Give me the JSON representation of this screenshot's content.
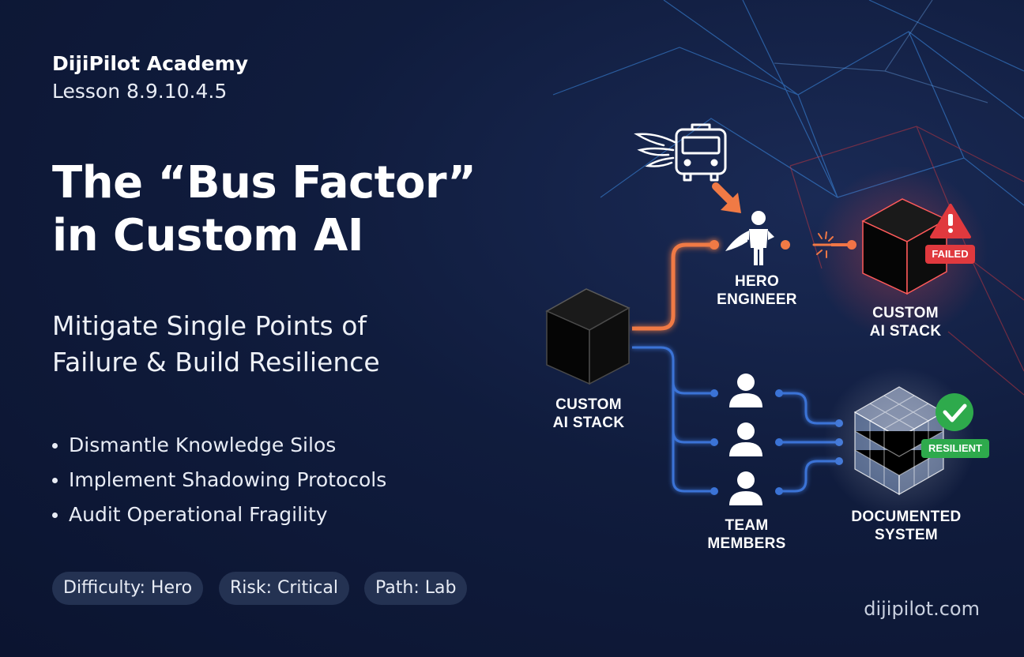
{
  "header": {
    "brand": "DijiPilot Academy",
    "lesson": "Lesson 8.9.10.4.5"
  },
  "hero": {
    "title_line1": "The “Bus Factor”",
    "title_line2": "in Custom AI",
    "subtitle_line1": "Mitigate Single Points of",
    "subtitle_line2": "Failure & Build Resilience"
  },
  "bullets": [
    "Dismantle Knowledge Silos",
    "Implement Shadowing Protocols",
    "Audit Operational Fragility"
  ],
  "chips": [
    "Difficulty: Hero",
    "Risk: Critical",
    "Path: Lab"
  ],
  "footer": {
    "site": "dijipilot.com"
  },
  "diagram": {
    "source_stack_label": "CUSTOM\nAI STACK",
    "hero_label": "HERO\nENGINEER",
    "failed_stack_label": "CUSTOM\nAI STACK",
    "failed_badge": "FAILED",
    "team_label": "TEAM\nMEMBERS",
    "documented_label": "DOCUMENTED\nSYSTEM",
    "resilient_badge": "RESILIENT",
    "icons": [
      "bus-icon",
      "wings-icon",
      "superhero-icon",
      "person-icon",
      "warning-icon",
      "check-icon",
      "broken-link-icon"
    ]
  },
  "colors": {
    "risk_path": "#f07a45",
    "resilient_path": "#3b73d6",
    "failed": "#e0393e",
    "resilient": "#2eaa4c",
    "background": "#101c3d"
  }
}
